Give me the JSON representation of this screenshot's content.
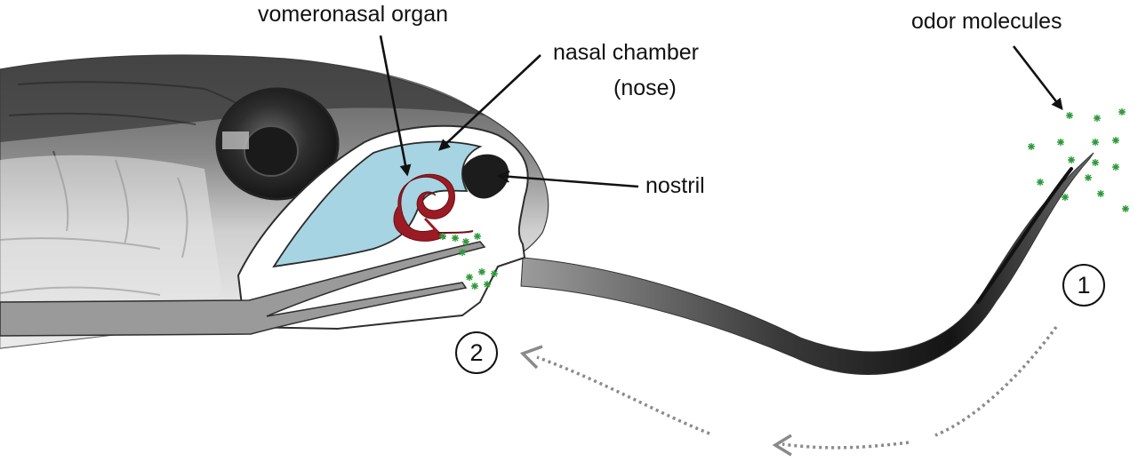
{
  "labels": {
    "vomeronasal_organ": "vomeronasal organ",
    "nasal_chamber_line1": "nasal chamber",
    "nasal_chamber_line2": "(nose)",
    "nostril": "nostril",
    "odor_molecules": "odor molecules"
  },
  "steps": {
    "step1": "1",
    "step2": "2"
  },
  "colors": {
    "nasal_chamber": "#a6d4e3",
    "vomeronasal_organ": "#9b1b24",
    "odor_molecule": "#2f9a3a",
    "tongue": "#9a9a9a",
    "path_arrow": "#8a8a8a"
  }
}
